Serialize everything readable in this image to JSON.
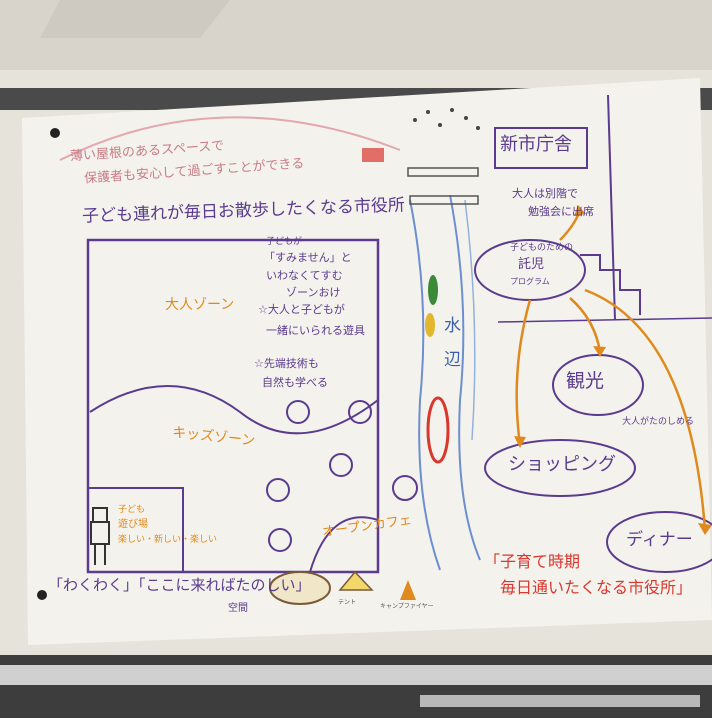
{
  "header": {
    "line1": "薄い屋根のあるスペースで",
    "line2": "保護者も安心して過ごすことができる",
    "title": "子ども連れが毎日お散歩したくなる市役所"
  },
  "left_zone": {
    "note1": "子どもが",
    "note2": "「すみません」と",
    "note3": "いわなくてすむ",
    "note4": "ゾーンおけ",
    "note5": "☆大人と子どもが",
    "note6": "一緒にいられる遊具",
    "note7": "☆先端技術も",
    "note8": "自然も学べる",
    "adult_zone": "大人ゾーン",
    "kids_zone": "キッズゾーン",
    "open_cafe": "オープンカフェ",
    "robot_text1": "子ども",
    "robot_text2": "遊び場",
    "robot_text3": "楽しい・新しい・楽しい",
    "bottom_slogan": "「わくわく」「ここに来ればたのしい」",
    "bottom_space": "空間"
  },
  "river": {
    "label1": "水",
    "label2": "辺"
  },
  "right_zone": {
    "building": "新市庁舎",
    "adults_note1": "大人は別階で",
    "adults_note2": "勉強会に出席",
    "childcare1": "子どものための",
    "childcare2": "託児",
    "childcare3": "プログラム",
    "sightseeing": "観光",
    "shopping": "ショッピング",
    "dinner": "ディナー",
    "adults_enjoy": "大人がたのしめる",
    "red_line1": "「子育て時期",
    "red_line2": "毎日通いたくなる市役所」"
  },
  "small_labels": {
    "fire": "キャンプファイヤー",
    "tent": "テント"
  },
  "colors": {
    "paper": "#f4f2ec",
    "purple": "#5a3b8e",
    "orange": "#e08a1e",
    "red": "#d9382f",
    "blue": "#3b5fae"
  }
}
